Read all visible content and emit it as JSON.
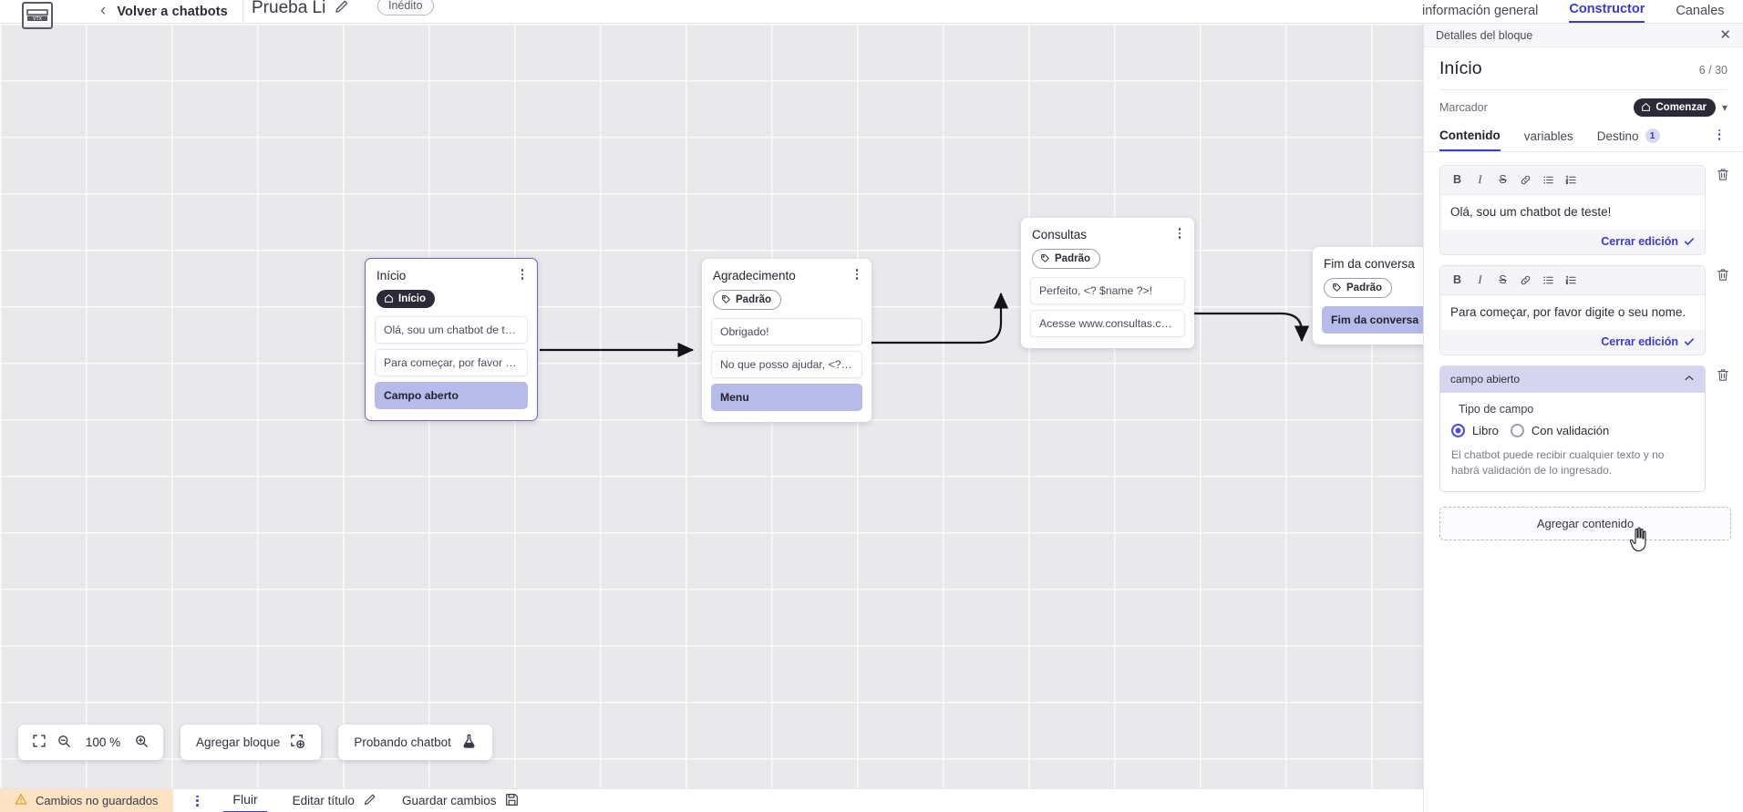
{
  "topbar": {
    "logo_icon": "vtex-logo-icon",
    "back_icon": "chevron-left-icon",
    "back_label": "Volver a chatbots",
    "bot_title": "Prueba Li",
    "edit_title_icon": "pencil-icon",
    "status_badge": "Inédito",
    "tabs": [
      {
        "label": "información general",
        "active": false
      },
      {
        "label": "Constructor",
        "active": true
      },
      {
        "label": "Canales",
        "active": false
      }
    ]
  },
  "canvas": {
    "nodes": [
      {
        "title": "Início",
        "tag": "Início",
        "tag_icon": "home-icon",
        "tag_style": "dark",
        "selected": true,
        "items": [
          {
            "label": "Olá, sou um chatbot de teste!",
            "accent": false
          },
          {
            "label": "Para começar, por favor digite o ...",
            "accent": false
          },
          {
            "label": "Campo aberto",
            "accent": true
          }
        ]
      },
      {
        "title": "Agradecimento",
        "tag": "Padrão",
        "tag_icon": "tag-icon",
        "tag_style": "outline",
        "selected": false,
        "items": [
          {
            "label": "Obrigado!",
            "accent": false
          },
          {
            "label": "No que posso ajudar, <? $name ...",
            "accent": false
          },
          {
            "label": "Menu",
            "accent": true
          }
        ]
      },
      {
        "title": "Consultas",
        "tag": "Padrão",
        "tag_icon": "tag-icon",
        "tag_style": "outline",
        "selected": false,
        "items": [
          {
            "label": "Perfeito, <? $name ?>!",
            "accent": false
          },
          {
            "label": "Acesse www.consultas.com par...",
            "accent": false
          }
        ]
      },
      {
        "title": "Fim da conversa",
        "tag": "Padrão",
        "tag_icon": "tag-icon",
        "tag_style": "outline",
        "selected": false,
        "items": [
          {
            "label": "Fim da conversa",
            "accent": true
          }
        ]
      }
    ],
    "zoom": {
      "fit_icon": "fit-screen-icon",
      "zoom_out_icon": "zoom-out-icon",
      "value": "100 %",
      "zoom_in_icon": "zoom-in-icon"
    },
    "add_block": {
      "label": "Agregar bloque",
      "icon": "add-block-icon"
    },
    "test_bot": {
      "label": "Probando chatbot",
      "icon": "flask-icon"
    }
  },
  "statusbar": {
    "unsaved_icon": "warning-icon",
    "unsaved_label": "Cambios no guardados",
    "kebab_icon": "more-vertical-icon",
    "flow_tab": "Fluir",
    "edit_title_label": "Editar título",
    "edit_title_icon": "pencil-icon",
    "save_label": "Guardar cambios",
    "save_icon": "save-disk-icon"
  },
  "panel": {
    "header_label": "Detalles del bloque",
    "close_icon": "close-icon",
    "title": "Início",
    "count": "6 / 30",
    "marker_label": "Marcador",
    "marker_value": "Comenzar",
    "marker_icon": "home-icon",
    "marker_chevron": "chevron-down-icon",
    "tabs": [
      {
        "label": "Contenido",
        "active": true,
        "badge": ""
      },
      {
        "label": "variables",
        "active": false,
        "badge": ""
      },
      {
        "label": "Destino",
        "active": false,
        "badge": "1"
      }
    ],
    "tabs_kebab": "more-vertical-icon",
    "editor_toolbar": {
      "bold": "B",
      "italic": "I",
      "strike": "S",
      "link_icon": "link-icon",
      "bullet_list_icon": "bullet-list-icon",
      "numbered_list_icon": "numbered-list-icon"
    },
    "blocks": [
      {
        "text": "Olá, sou um chatbot de teste!",
        "close_label": "Cerrar edición",
        "check_icon": "check-icon",
        "delete_icon": "trash-icon"
      },
      {
        "text": "Para começar, por favor digite o seu nome.",
        "close_label": "Cerrar edición",
        "check_icon": "check-icon",
        "delete_icon": "trash-icon"
      }
    ],
    "field": {
      "title": "campo abierto",
      "collapse_icon": "chevron-up-icon",
      "delete_icon": "trash-icon",
      "type_label": "Tipo de campo",
      "options": [
        {
          "label": "Libro",
          "selected": true
        },
        {
          "label": "Con validación",
          "selected": false
        }
      ],
      "note": "El chatbot puede recibir cualquier texto y no habrá validación de lo ingresado."
    },
    "add_content_label": "Agregar contenido"
  },
  "colors": {
    "accent": "#3b3bd1",
    "node_accent": "#b7bbea",
    "unsaved_bg": "#fbe3c4",
    "canvas_bg": "#e9e9ec"
  }
}
